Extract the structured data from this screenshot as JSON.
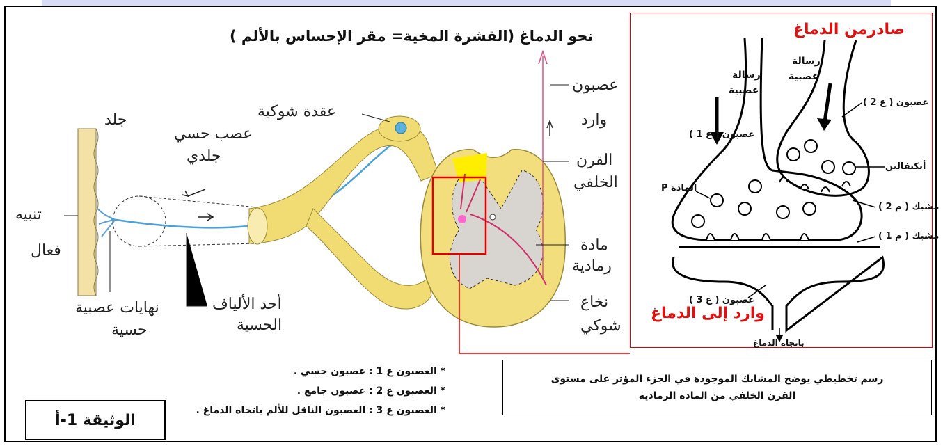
{
  "left_figure": {
    "top_title": "نحو الدماغ (القشرة المخية= مقر الإحساس بالألم )",
    "labels": {
      "skin": "جلد",
      "sensory_nerve": "عصب حسي",
      "skin_nerve": "جلدي",
      "stimulus_1": "تنبيه",
      "stimulus_2": "فعال",
      "nerve_endings_1": "نهايات عصبية",
      "nerve_endings_2": "حسية",
      "fiber_1": "أحد الألياف",
      "fiber_2": "الحسية",
      "ganglion": "عقدة شوكية",
      "afferent_1": "عصبون",
      "afferent_2": "وارد",
      "horn_1": "القرن",
      "horn_2": "الخلفي",
      "grey_1": "مادة",
      "grey_2": "رمادية",
      "cord_1": "نخاع",
      "cord_2": "شوكي"
    }
  },
  "legend": [
    "* العصبون ع 1 : عصبون حسي .",
    "* العصبون ع 2 : عصبون جامع .",
    "* العصبون ع 3 : العصبون الناقل للألم باتجاه الدماغ ."
  ],
  "doc_label": "الوثيقة 1-أ",
  "right_figure": {
    "efferent_title": "صادرمن الدماغ",
    "afferent_title": "وارد إلى الدماغ",
    "msg1_1": "رسالة",
    "msg1_2": "عصبية",
    "msg2_1": "رسالة",
    "msg2_2": "عصبية",
    "neuron_e2": "عصبون ( ع 2 )",
    "neuron_e1": "عصبون ( ع 1 )",
    "enkephalin": "أنكيفالين",
    "substance_p": "المادة P",
    "synapse_m2": "مشبك ( م 2 )",
    "synapse_m1": "مشبك ( م 1 )",
    "neuron_e3": "عصبون ( ع 3 )",
    "to_brain": "باتجاه الدماغ"
  },
  "caption": {
    "line1": "رسم تخطيطي يوضح المشابك الموجودة في الجزء المؤثر على مستوى",
    "line2": "القرن الخلفي من المادة الرمادية"
  }
}
